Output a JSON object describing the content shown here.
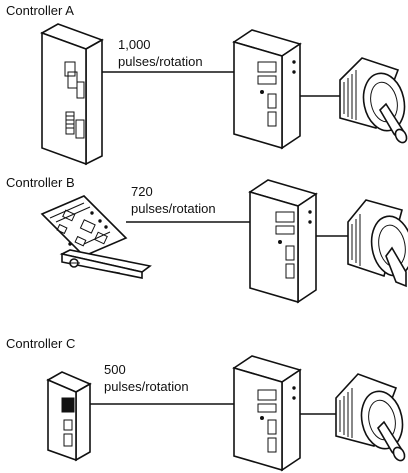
{
  "controllers": [
    {
      "name": "Controller A",
      "pulses": "1,000",
      "unit": "pulses/rotation"
    },
    {
      "name": "Controller B",
      "pulses": "720",
      "unit": "pulses/rotation"
    },
    {
      "name": "Controller C",
      "pulses": "500",
      "unit": "pulses/rotation"
    }
  ]
}
